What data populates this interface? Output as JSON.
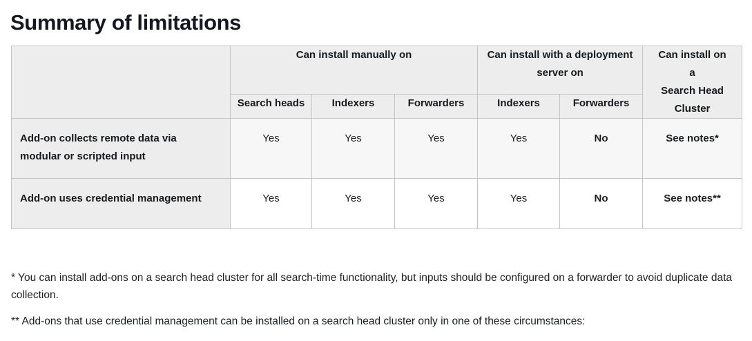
{
  "page": {
    "title": "Summary of limitations"
  },
  "table": {
    "corner_label": "",
    "group_headers": [
      {
        "label": "Can install manually on",
        "colspan": 3
      },
      {
        "label": "Can install with a deployment server on",
        "colspan": 2
      },
      {
        "label": "Can install on a\nSearch Head Cluster",
        "colspan": 1,
        "rowspan": 2
      }
    ],
    "shc_header_lines": [
      "Can install on",
      "a",
      "Search Head",
      "Cluster"
    ],
    "sub_headers": [
      "Search heads",
      "Indexers",
      "Forwarders",
      "Indexers",
      "Forwarders"
    ],
    "rows": [
      {
        "label": "Add-on collects remote data via modular or scripted input",
        "cells": [
          {
            "value": "Yes",
            "bold": false
          },
          {
            "value": "Yes",
            "bold": false
          },
          {
            "value": "Yes",
            "bold": false
          },
          {
            "value": "Yes",
            "bold": false
          },
          {
            "value": "No",
            "bold": true
          },
          {
            "value": "See notes*",
            "bold": true
          }
        ]
      },
      {
        "label": "Add-on uses credential management",
        "cells": [
          {
            "value": "Yes",
            "bold": false
          },
          {
            "value": "Yes",
            "bold": false
          },
          {
            "value": "Yes",
            "bold": false
          },
          {
            "value": "Yes",
            "bold": false
          },
          {
            "value": "No",
            "bold": true
          },
          {
            "value": "See notes**",
            "bold": true
          }
        ]
      }
    ]
  },
  "notes": [
    "* You can install add-ons on a search head cluster for all search-time functionality, but inputs should be configured on a forwarder to avoid duplicate data collection.",
    "** Add-ons that use credential management can be installed on a search head cluster only in one of these circumstances:"
  ],
  "colors": {
    "header_bg": "#ededed",
    "row_alt_bg": "#f7f7f7",
    "border": "#c3c5c8",
    "text": "#1a1d21",
    "title": "#14181f"
  }
}
